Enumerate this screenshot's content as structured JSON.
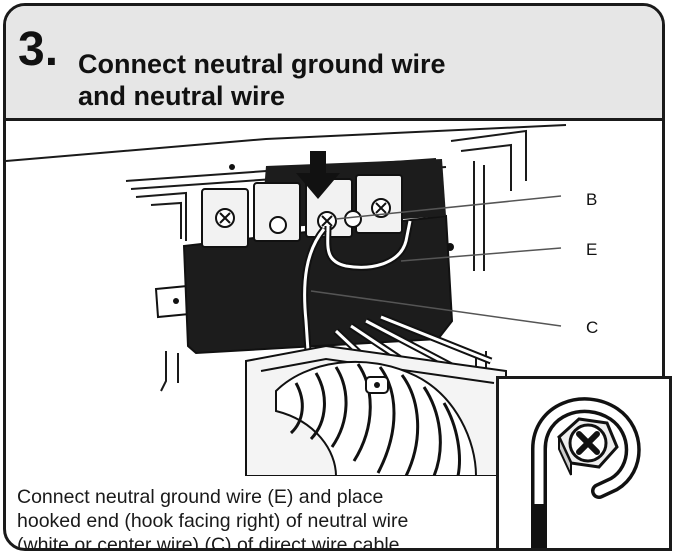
{
  "step": {
    "number": "3.",
    "title_line1": "Connect neutral ground wire",
    "title_line2": "and neutral wire"
  },
  "callouts": {
    "b": "B",
    "e": "E",
    "c": "C"
  },
  "caption": {
    "line1": "Connect neutral ground wire (E) and place",
    "line2": "hooked end (hook facing right) of neutral wire",
    "line3": "(white or center wire) (C) of direct wire cable"
  },
  "icons": {
    "arrow": "down-arrow-icon",
    "screw": "phillips-screw-icon",
    "hex_screw": "hex-screw-icon"
  }
}
